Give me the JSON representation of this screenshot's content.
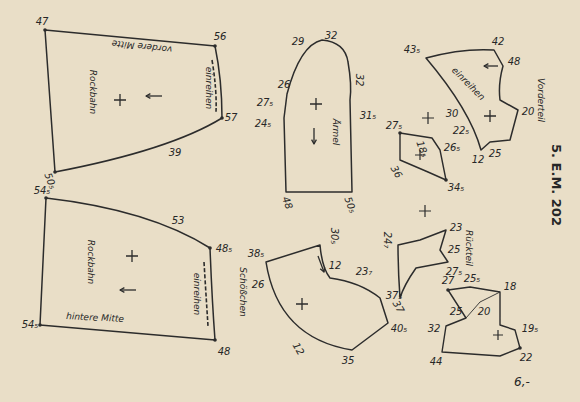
{
  "diagram": {
    "nodes": [
      {
        "text": [
          "vordere Mitte",
          "einreihen",
          "Rockbahn"
        ]
      },
      {
        "text": [
          "Ärmel"
        ]
      },
      {
        "text": [
          "einreihen",
          "Vorderteil"
        ]
      },
      {
        "text": [
          "Rückteil"
        ]
      },
      {
        "text": [
          "Rockbahn",
          "einreihen",
          "hintere Mitte"
        ]
      },
      {
        "text": [
          "Schößchen"
        ]
      }
    ],
    "labels": [
      "5. E.M. 202",
      "6,-",
      "47",
      "56",
      "57",
      "39",
      "50₅",
      "27₅",
      "26",
      "29",
      "32",
      "32",
      "31₅",
      "24₅",
      "48",
      "50₅",
      "43₅",
      "42",
      "48",
      "20",
      "30",
      "22₅",
      "12",
      "25",
      "27₅",
      "18₅",
      "26₅",
      "36",
      "34₅",
      "24₇",
      "23",
      "25",
      "27₅",
      "37",
      "54₅",
      "53",
      "48₅",
      "54₅",
      "48",
      "38₅",
      "30₅",
      "26",
      "12",
      "23₇",
      "37₅",
      "40₅",
      "35",
      "12",
      "27",
      "25₅",
      "18",
      "25",
      "20",
      "32",
      "19₅",
      "44",
      "22"
    ]
  }
}
